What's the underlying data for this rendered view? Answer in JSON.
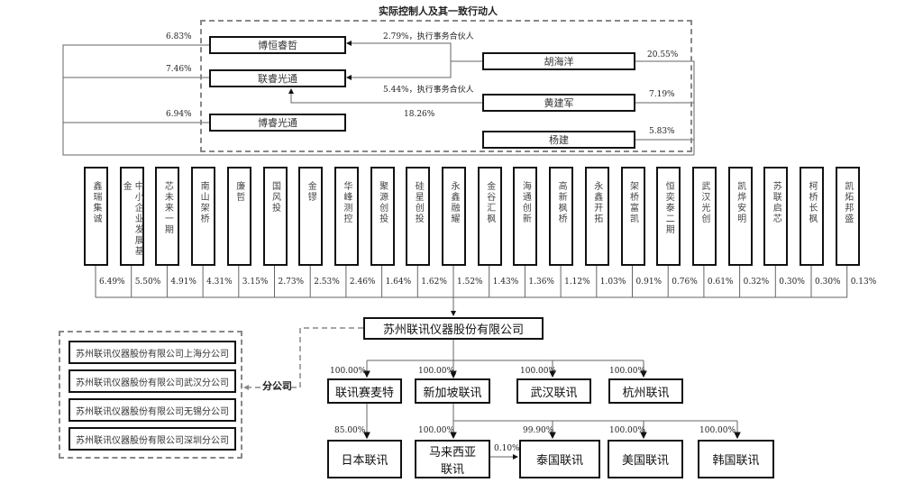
{
  "title": "实际控制人及其一致行动人",
  "controllers": {
    "bohengruizhe": {
      "name": "博恒睿哲",
      "pct": "6.83%"
    },
    "lianruiguangtong": {
      "name": "联睿光通",
      "pct": "7.46%"
    },
    "boruiguangtong": {
      "name": "博睿光通",
      "pct": "6.94%"
    },
    "huhaiyang": {
      "name": "胡海洋",
      "pct": "20.55%"
    },
    "huangjianjun": {
      "name": "黄建军",
      "pct": "7.19%"
    },
    "yangjian": {
      "name": "杨建",
      "pct": "5.83%"
    },
    "hu_to_boheng": "2.79%，执行事务合伙人",
    "hu_to_lianrui": "5.44%，执行事务合伙人",
    "huang_to_lianrui": "18.26%"
  },
  "shareholders": [
    {
      "name": "鑫瑞集诚",
      "pct": "6.49%"
    },
    {
      "name": "中小企业发展基金",
      "pct": "5.50%"
    },
    {
      "name": "芯未来一期",
      "pct": "4.91%"
    },
    {
      "name": "南山架桥",
      "pct": "4.31%"
    },
    {
      "name": "廉哲",
      "pct": "3.15%"
    },
    {
      "name": "国风投",
      "pct": "2.73%"
    },
    {
      "name": "金镠",
      "pct": "2.53%"
    },
    {
      "name": "华峰测控",
      "pct": "2.46%"
    },
    {
      "name": "聚源创投",
      "pct": "1.64%"
    },
    {
      "name": "硅星创投",
      "pct": "1.62%"
    },
    {
      "name": "永鑫融耀",
      "pct": "1.52%"
    },
    {
      "name": "金谷汇枫",
      "pct": "1.43%"
    },
    {
      "name": "海通创新",
      "pct": "1.36%"
    },
    {
      "name": "高新枫桥",
      "pct": "1.12%"
    },
    {
      "name": "永鑫开拓",
      "pct": "1.03%"
    },
    {
      "name": "架桥富凯",
      "pct": "0.91%"
    },
    {
      "name": "恒奕泰二期",
      "pct": "0.76%"
    },
    {
      "name": "武汉光创",
      "pct": "0.61%"
    },
    {
      "name": "凯烨安明",
      "pct": "0.32%"
    },
    {
      "name": "苏联启芯",
      "pct": "0.30%"
    },
    {
      "name": "柯桥长枫",
      "pct": "0.30%"
    },
    {
      "name": "凯炻邦盛",
      "pct": "0.13%"
    }
  ],
  "company": "苏州联讯仪器股份有限公司",
  "branch_label": "分公司",
  "branches": [
    "苏州联讯仪器股份有限公司上海分公司",
    "苏州联讯仪器股份有限公司武汉分公司",
    "苏州联讯仪器股份有限公司无锡分公司",
    "苏州联讯仪器股份有限公司深圳分公司"
  ],
  "subsidiaries": [
    {
      "name": "联讯赛麦特",
      "pct": "100.00%"
    },
    {
      "name": "新加坡联讯",
      "pct": "100.00%"
    },
    {
      "name": "武汉联讯",
      "pct": "100.00%"
    },
    {
      "name": "杭州联讯",
      "pct": "100.00%"
    }
  ],
  "second_level": [
    {
      "name": "日本联讯",
      "pct": "85.00%"
    },
    {
      "name": "马来西亚联讯",
      "pct": "100.00%"
    },
    {
      "name": "泰国联讯",
      "pct": "99.90%"
    },
    {
      "name": "美国联讯",
      "pct": "100.00%"
    },
    {
      "name": "韩国联讯",
      "pct": "100.00%"
    }
  ],
  "malaysia_to_thailand": "0.10%"
}
